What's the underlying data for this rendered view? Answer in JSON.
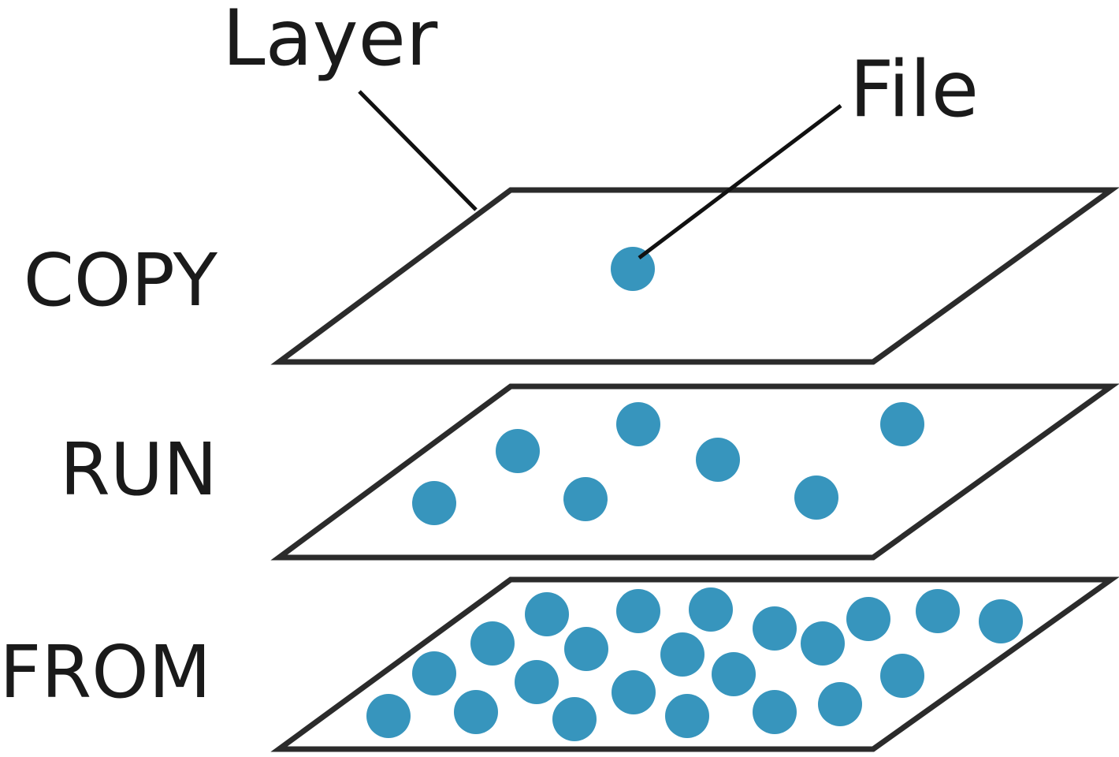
{
  "callouts": {
    "layer_label": "Layer",
    "file_label": "File"
  },
  "layers": [
    {
      "name": "COPY"
    },
    {
      "name": "RUN"
    },
    {
      "name": "FROM"
    }
  ],
  "colors": {
    "file_dot": "#3795bd",
    "outline": "#2b2b2b",
    "text": "#1a1a1a"
  }
}
